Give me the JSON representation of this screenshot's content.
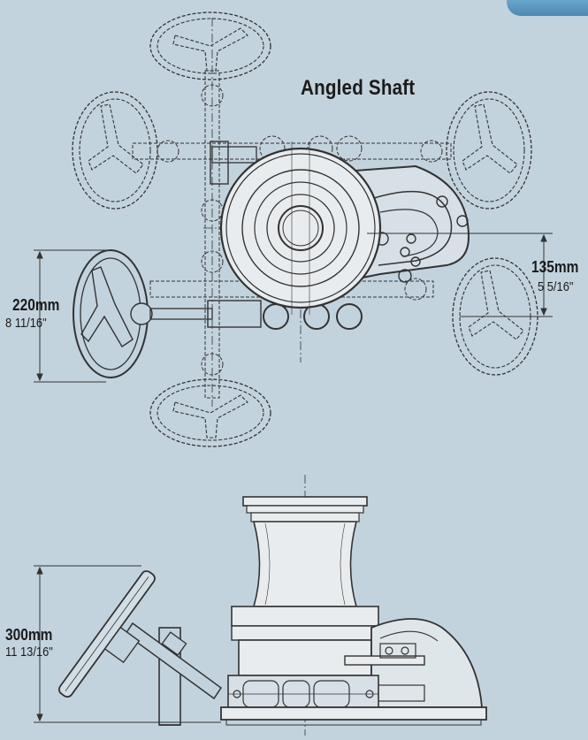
{
  "title": "Angled Shaft",
  "dimensions": {
    "top_height": {
      "mm": "220mm",
      "inch": "8 11/16\""
    },
    "offset": {
      "mm": "135mm",
      "inch": "5 5/16\""
    },
    "side_height": {
      "mm": "300mm",
      "inch": "11 13/16\""
    }
  },
  "colors": {
    "background": "#c3d3de",
    "line": "#2a2a2a",
    "drum_fill": "#e9ecee",
    "tab": "#5b97bf"
  }
}
